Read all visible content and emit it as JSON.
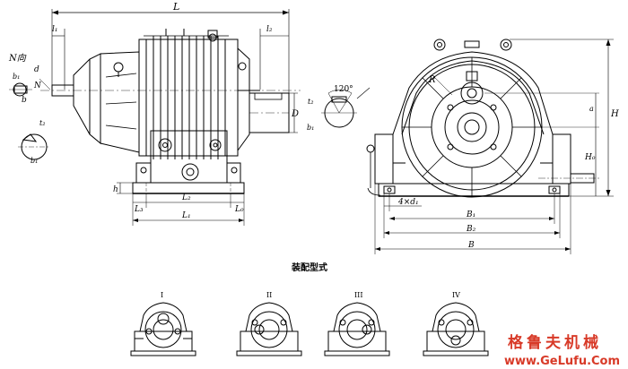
{
  "side_view": {
    "dim_L": "L",
    "dim_l1": "l₁",
    "dim_l2": "l₂",
    "label_n_direction": "N向",
    "dim_b1": "b₁",
    "dim_d": "d",
    "label_N": "N",
    "dim_b": "b",
    "dim_t2": "t₂",
    "dim_b1_lower": "b₁",
    "dim_D": "D",
    "dim_h": "h",
    "dim_L3": "L₃",
    "dim_L2": "L₂",
    "dim_L0": "L₀",
    "dim_L1": "L₁"
  },
  "keyway_detail": {
    "angle": "120°",
    "dim_t2": "t₂",
    "dim_b1": "b₁"
  },
  "end_view": {
    "dim_R": "R",
    "dim_a": "a",
    "dim_H": "H",
    "dim_H0": "H₀",
    "dim_holes": "4×d₁",
    "dim_B1": "B₁",
    "dim_B2": "B₂",
    "dim_B": "B"
  },
  "assembly": {
    "title": "装配型式",
    "types": [
      "I",
      "II",
      "III",
      "IV"
    ]
  },
  "watermark": {
    "cn": "格鲁夫机械",
    "url": "www.GeLufu.Com"
  }
}
